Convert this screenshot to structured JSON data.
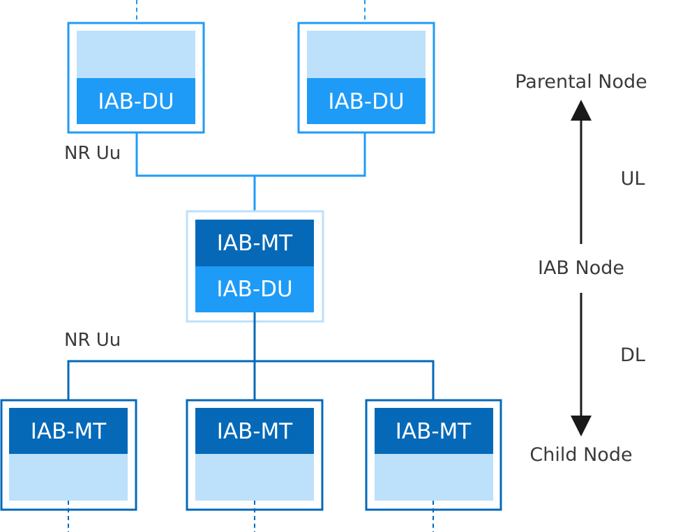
{
  "nodes": {
    "parent_left": {
      "du": "IAB-DU"
    },
    "parent_right": {
      "du": "IAB-DU"
    },
    "iab": {
      "mt": "IAB-MT",
      "du": "IAB-DU"
    },
    "child_left": {
      "mt": "IAB-MT"
    },
    "child_middle": {
      "mt": "IAB-MT"
    },
    "child_right": {
      "mt": "IAB-MT"
    }
  },
  "links": {
    "upper": "NR Uu",
    "lower": "NR Uu"
  },
  "legend": {
    "parent": "Parental Node",
    "ul": "UL",
    "iab": "IAB Node",
    "dl": "DL",
    "child": "Child Node"
  },
  "colors": {
    "frame": "#1e90ee",
    "light_fill": "#bde0fb",
    "du_fill": "#1e9bf7",
    "mt_fill": "#0569b8",
    "link_light": "#1e9bf7",
    "link_dark": "#0569b8",
    "text": "#3a3a3a"
  }
}
